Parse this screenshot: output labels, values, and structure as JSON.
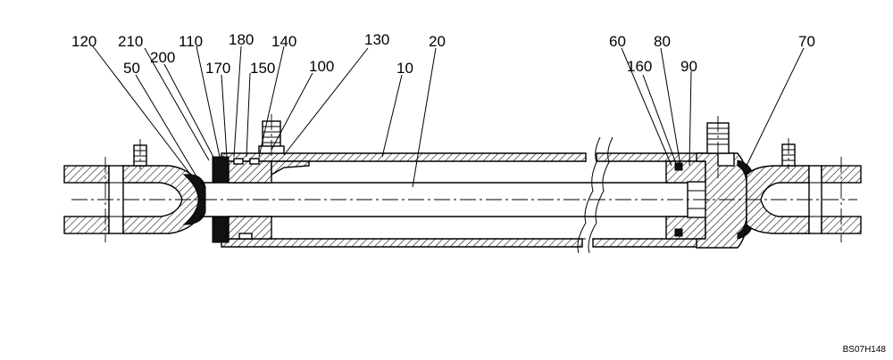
{
  "callouts": [
    {
      "id": "c120",
      "label": "120"
    },
    {
      "id": "c210",
      "label": "210"
    },
    {
      "id": "c110",
      "label": "110"
    },
    {
      "id": "c180",
      "label": "180"
    },
    {
      "id": "c140",
      "label": "140"
    },
    {
      "id": "c130",
      "label": "130"
    },
    {
      "id": "c20",
      "label": "20"
    },
    {
      "id": "c50",
      "label": "50"
    },
    {
      "id": "c200",
      "label": "200"
    },
    {
      "id": "c170",
      "label": "170"
    },
    {
      "id": "c150",
      "label": "150"
    },
    {
      "id": "c100",
      "label": "100"
    },
    {
      "id": "c10",
      "label": "10"
    },
    {
      "id": "c60",
      "label": "60"
    },
    {
      "id": "c80",
      "label": "80"
    },
    {
      "id": "c160",
      "label": "160"
    },
    {
      "id": "c90",
      "label": "90"
    },
    {
      "id": "c70",
      "label": "70"
    }
  ],
  "figure_code": "BS07H148"
}
